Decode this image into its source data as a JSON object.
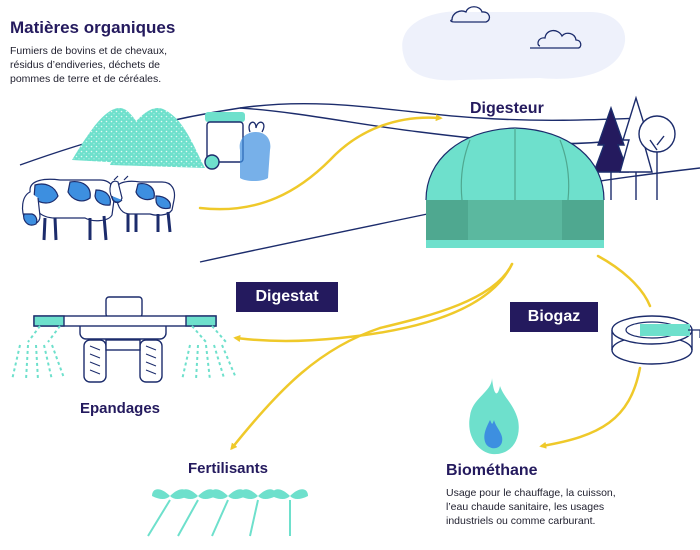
{
  "organic": {
    "title": "Matières organiques",
    "lines": [
      "Fumiers de bovins et de chevaux,",
      "résidus d’endiveries, déchets de",
      "pommes de terre et de céréales."
    ]
  },
  "digester": {
    "title": "Digesteur"
  },
  "digestate": {
    "label": "Digestat"
  },
  "biogas": {
    "label": "Biogaz"
  },
  "spreading": {
    "title": "Epandages"
  },
  "fertilizers": {
    "title": "Fertilisants"
  },
  "biomethane": {
    "title": "Biométhane",
    "lines": [
      "Usage pour le chauffage, la cuisson,",
      "l’eau chaude sanitaire, les usages",
      "industriels ou comme carburant."
    ]
  },
  "colors": {
    "navy": "#241a5e",
    "teal": "#6ee0cc",
    "teal_dark": "#4fa890",
    "cow_blue": "#3d8fe0",
    "arrow_yellow": "#efc92a",
    "line_blue": "#1c2c6c"
  }
}
